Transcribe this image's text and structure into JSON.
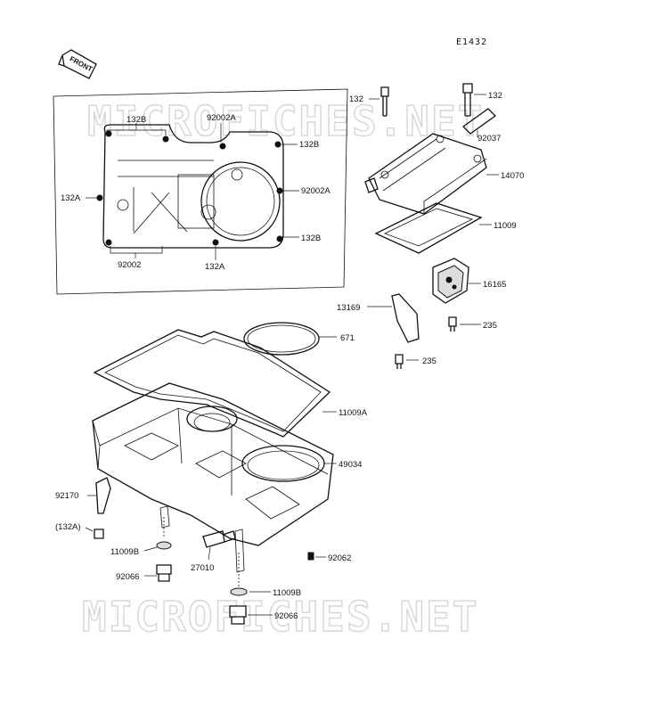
{
  "diagram_code": "E1432",
  "front_arrow_label": "FRONT",
  "watermark": "MICROFICHES.NET",
  "labels": {
    "p132B_top": "132B",
    "p92002A_top": "92002A",
    "p132B_right_top": "132B",
    "p132A_left": "132A",
    "p92002A_right": "92002A",
    "p132B_right_bottom": "132B",
    "p92002": "92002",
    "p132A_bottom": "132A",
    "p132_left": "132",
    "p132_right": "132",
    "p92037": "92037",
    "p14070": "14070",
    "p11009": "11009",
    "p16165": "16165",
    "p13169": "13169",
    "p235_right": "235",
    "p235_bottom": "235",
    "p671": "671",
    "p11009A": "11009A",
    "p49034": "49034",
    "p92170": "92170",
    "p132A_paren": "(132A)",
    "p11009B_left": "11009B",
    "p92066_left": "92066",
    "p27010": "27010",
    "p92062": "92062",
    "p11009B_right": "11009B",
    "p92066_right": "92066"
  }
}
